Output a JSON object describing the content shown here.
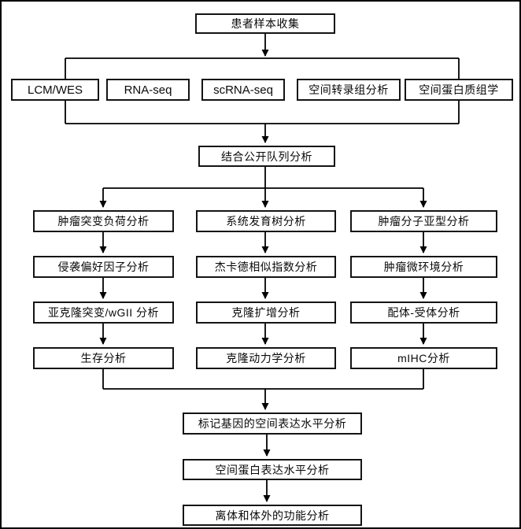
{
  "flow": {
    "top": "患者样本收集",
    "sources": [
      "LCM/WES",
      "RNA-seq",
      "scRNA-seq",
      "空间转录组分析",
      "空间蛋白质组学"
    ],
    "combine": "结合公开队列分析",
    "columns": [
      [
        "肿瘤突变负荷分析",
        "侵袭偏好因子分析",
        "亚克隆突变/wGII 分析",
        "生存分析"
      ],
      [
        "系统发育树分析",
        "杰卡德相似指数分析",
        "克隆扩增分析",
        "克隆动力学分析"
      ],
      [
        "肿瘤分子亚型分析",
        "肿瘤微环境分析",
        "配体-受体分析",
        "mIHC分析"
      ]
    ],
    "finals": [
      "标记基因的空间表达水平分析",
      "空间蛋白表达水平分析",
      "离体和体外的功能分析"
    ]
  },
  "colors": {
    "background": "#ffffff",
    "box_fill": "#ffffff",
    "box_border": "#141414",
    "line": "#000000",
    "text": "#0a0a0a"
  }
}
